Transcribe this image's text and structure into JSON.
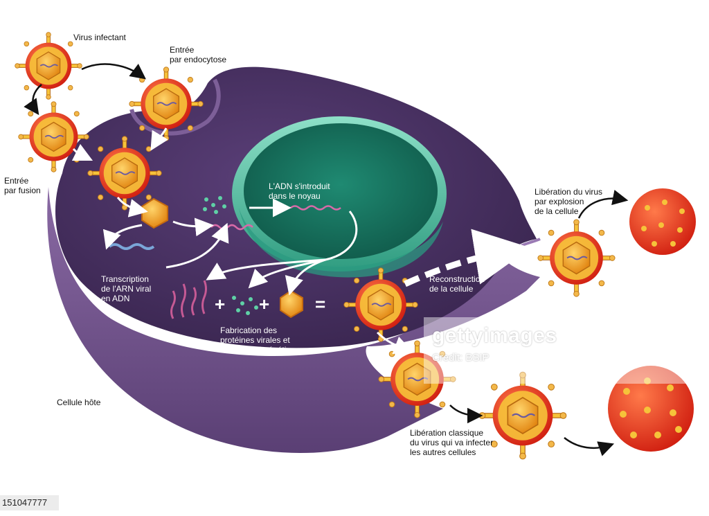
{
  "labels": {
    "virus_infectant": "Virus infectant",
    "entree_endocytose": "Entrée\npar endocytose",
    "entree_fusion": "Entrée\npar fusion",
    "adn_noyau": "L'ADN s'introduit\ndans le noyau",
    "transcription": "Transcription\nde l'ARN viral\nen ADN",
    "fabrication": "Fabrication des\nprotéines virales et\ndu matériel génétique",
    "reconstruction": "Reconstruction\nde la cellule",
    "liberation_explosion": "Libération du virus\npar explosion\nde la cellule",
    "cellule_hote": "Cellule hôte",
    "liberation_classique": "Libération classique\ndu virus qui va infecter\nles autres cellules"
  },
  "symbols": {
    "plus": "+",
    "equals": "="
  },
  "watermark": {
    "brand": "gettyimages",
    "credit": "Credit: BSIP"
  },
  "image_id": "151047777",
  "colors": {
    "cell_body": "#46305f",
    "cell_wall": "#6b4d86",
    "nucleus": "#1a6e5e",
    "virus_orange": "#f08a1e",
    "virus_red": "#e8321a",
    "spike_yellow": "#f6c33a"
  }
}
